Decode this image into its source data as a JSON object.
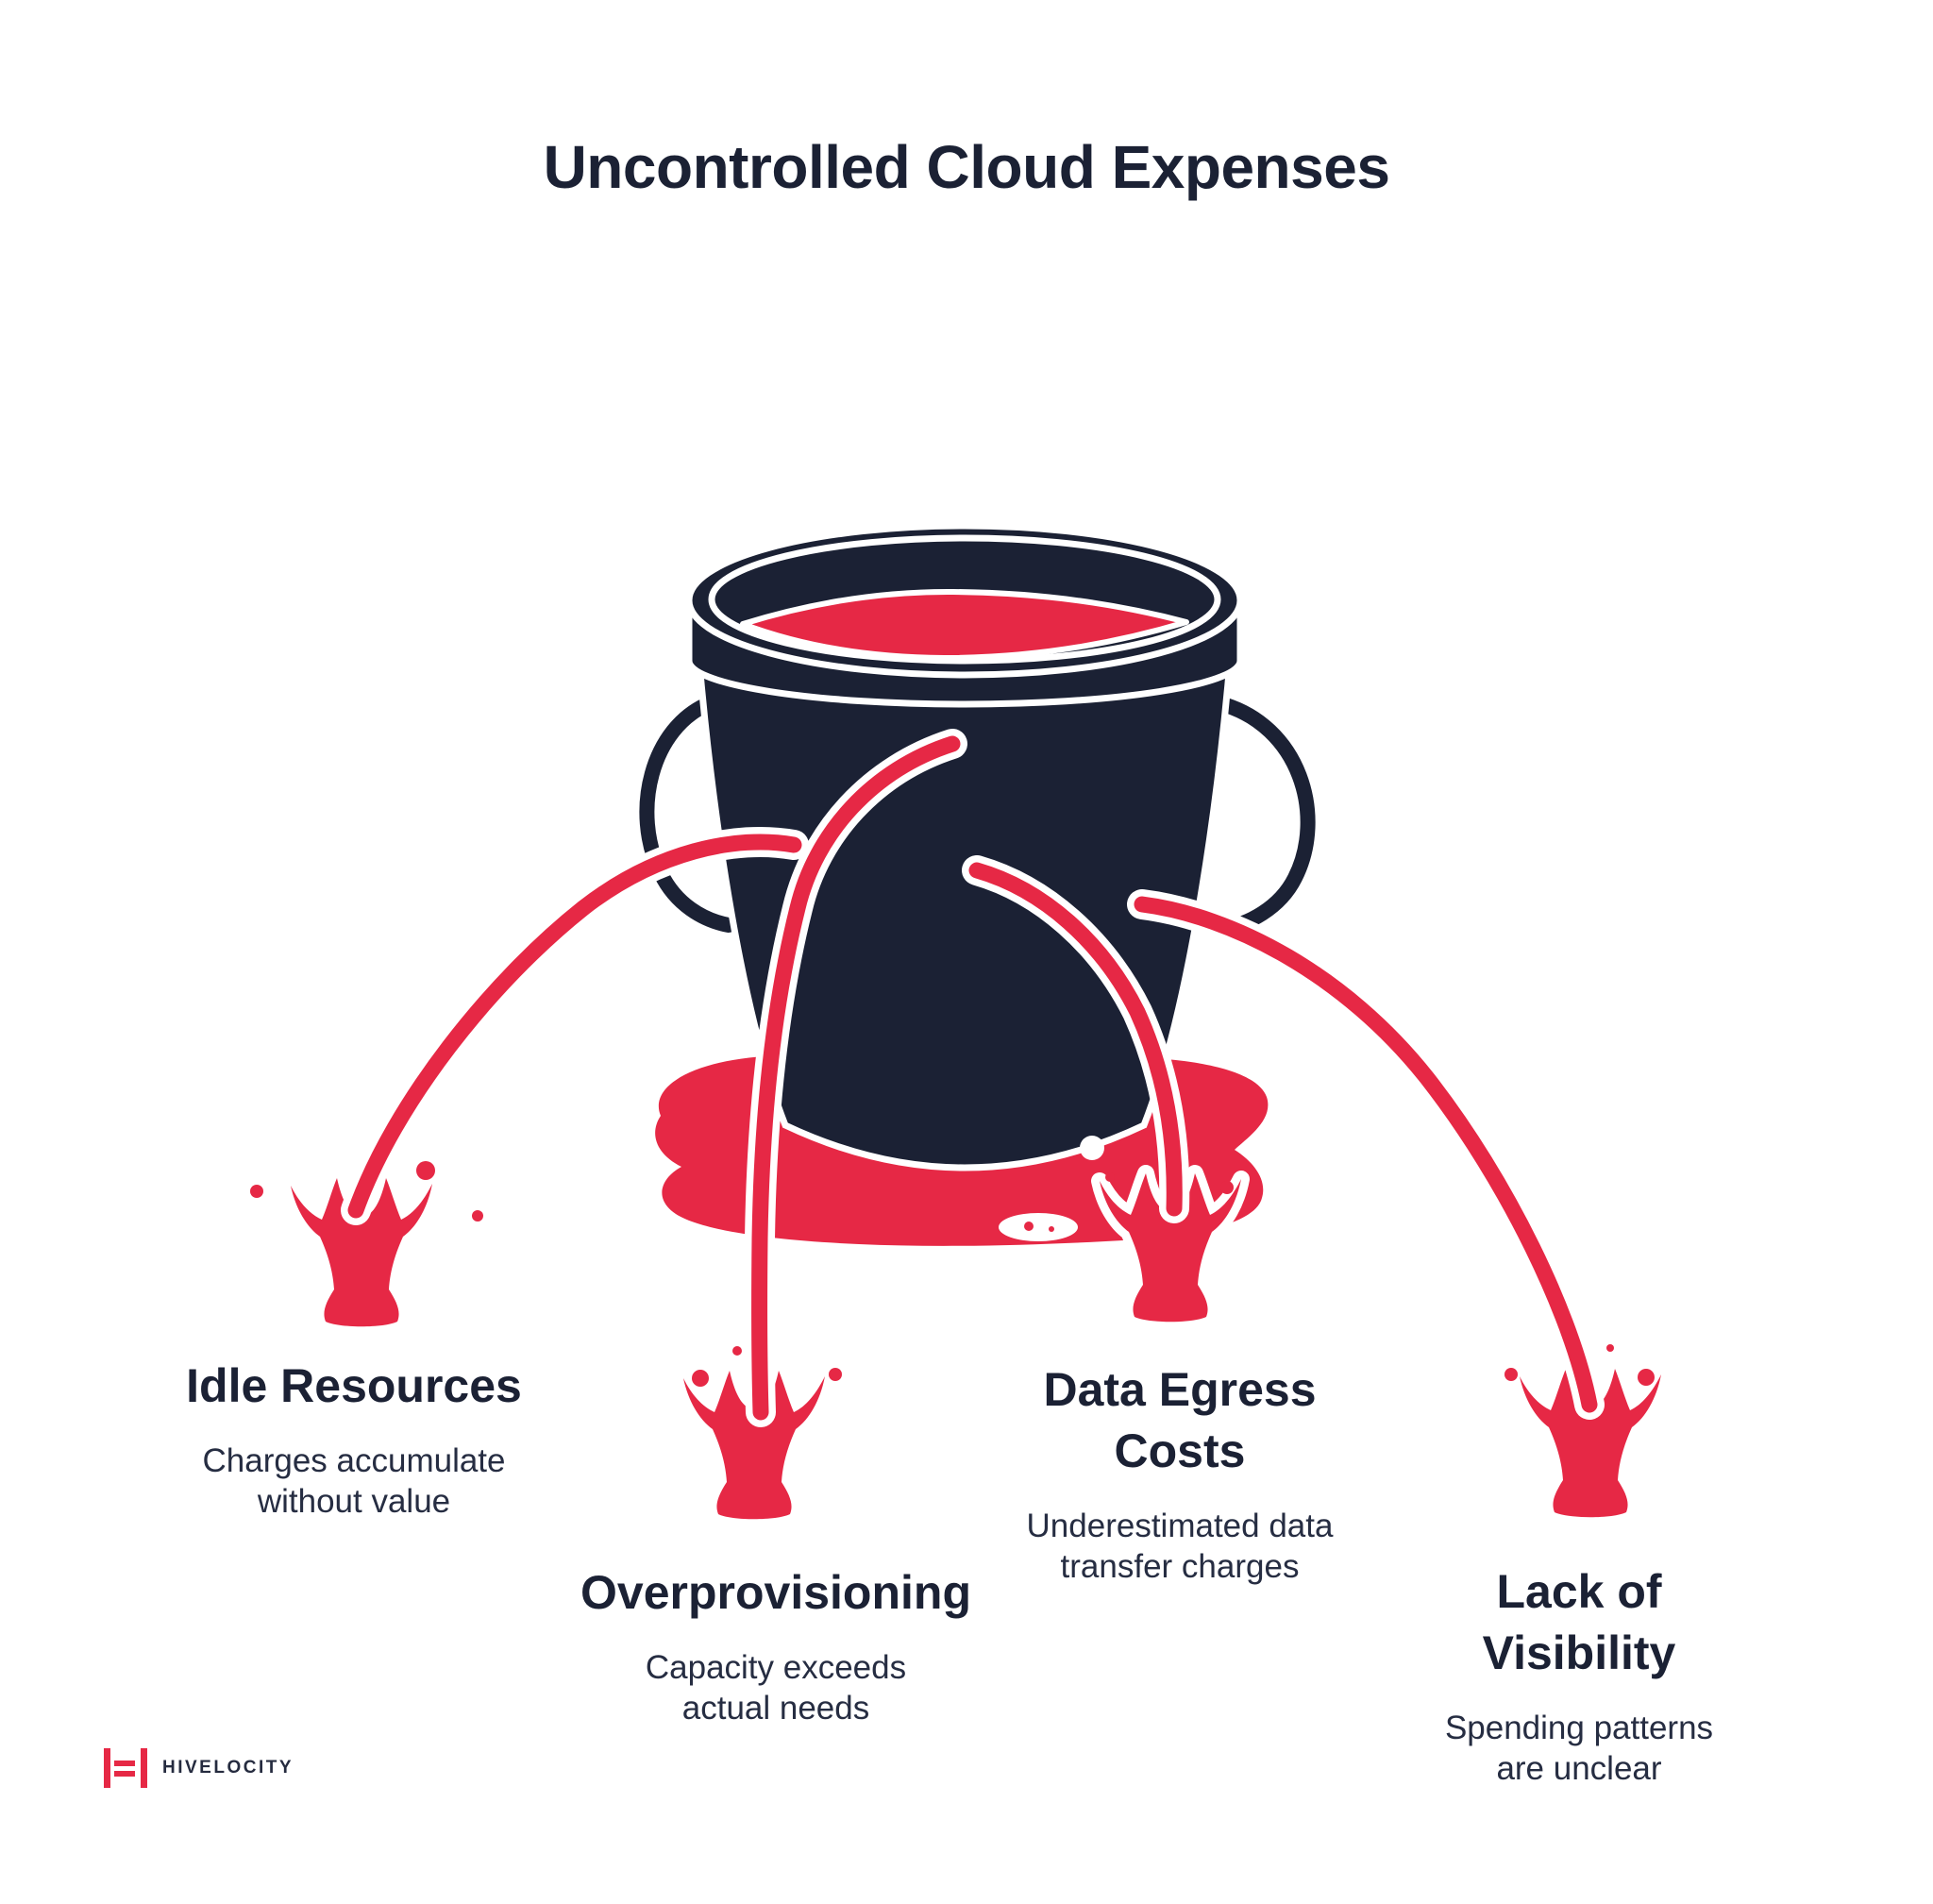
{
  "title": "Uncontrolled Cloud Expenses",
  "colors": {
    "accent_red": "#e62845",
    "navy": "#1b2134",
    "background": "#ffffff"
  },
  "illustration": {
    "subject": "leaking-bucket",
    "liquid": "red",
    "leak_count": 4
  },
  "items": [
    {
      "id": "idle-resources",
      "heading": "Idle Resources",
      "description": "Charges accumulate\nwithout value"
    },
    {
      "id": "overprovisioning",
      "heading": "Overprovisioning",
      "description": "Capacity exceeds\nactual needs"
    },
    {
      "id": "data-egress-costs",
      "heading": "Data Egress\nCosts",
      "description": "Underestimated data\ntransfer charges"
    },
    {
      "id": "lack-of-visibility",
      "heading": "Lack of\nVisibility",
      "description": "Spending patterns\nare unclear"
    }
  ],
  "logo": {
    "brand": "HIVELOCITY"
  }
}
